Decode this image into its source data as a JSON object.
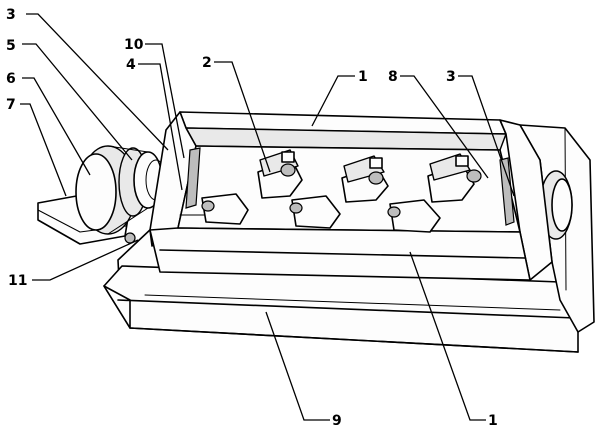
{
  "labels": {
    "l3_top_left": "3",
    "l5": "5",
    "l6": "6",
    "l7": "7",
    "l10": "10",
    "l4": "4",
    "l2": "2",
    "l1_top": "1",
    "l8": "8",
    "l3_right": "3",
    "l11": "11",
    "l9": "9",
    "l1_bottom": "1"
  }
}
